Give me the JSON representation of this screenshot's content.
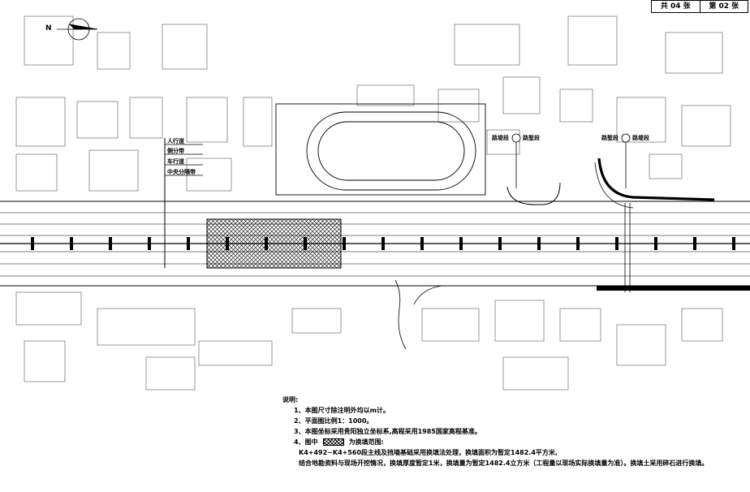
{
  "title_block": {
    "total_sheets": "共 04 张",
    "sheet_no": "第 02 张"
  },
  "north_label": "N",
  "cross_section_labels": [
    "人行道",
    "侧分带",
    "车行道",
    "中央分隔带"
  ],
  "segment_labels": {
    "left_a": "路堤段",
    "left_b": "路堑段",
    "right_a": "路堑段",
    "right_b": "路堤段"
  },
  "notes": {
    "heading": "说明:",
    "items": [
      "1、本图尺寸除注明外均以m计。",
      "2、平面图比例1：1000。",
      "3、本图坐标采用贵阳独立坐标系,高程采用1985国家高程基准。"
    ],
    "item4_prefix": "4、图中",
    "item4_suffix": "为换填范围:",
    "line5": "K4+492~K4+560段主线及挡墙基础采用换填法处理，换填面积为暂定1482.4平方米,",
    "line6": "结合地勘资料与现场开挖情况，换填厚度暂定1米，换填量为暂定1482.4立方米（工程量以现场实际换填量为准）。换填土采用碎石进行换填。"
  },
  "colors": {
    "line": "#000000",
    "fill": "#ffffff"
  }
}
